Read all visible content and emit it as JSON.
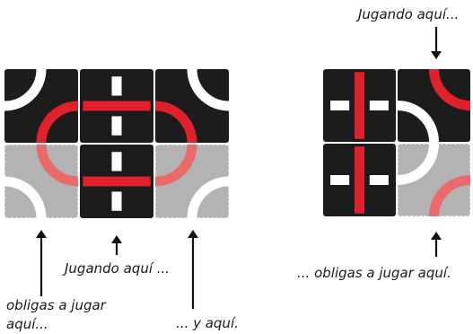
{
  "colors": {
    "tile_dark": "#1c1c1c",
    "tile_light": "#b3b3b3",
    "red": "#e0202a",
    "red_faded": "#ea6a6c",
    "white": "#ffffff",
    "arrow": "#111111"
  },
  "left_grid": {
    "tiles": [
      {
        "id": "L-r1c1",
        "state": "placed",
        "pattern": "curves-tl-br",
        "path_a": "white",
        "path_b": "red"
      },
      {
        "id": "L-r1c2",
        "state": "placed",
        "pattern": "cross-h-red",
        "path_a": "red",
        "path_b": "white"
      },
      {
        "id": "L-r1c3",
        "state": "placed",
        "pattern": "curves-tr-bl",
        "path_a": "white",
        "path_b": "red"
      },
      {
        "id": "L-r2c1",
        "state": "forced",
        "pattern": "curves-tr-bl",
        "path_a": "red",
        "path_b": "white"
      },
      {
        "id": "L-r2c2",
        "state": "placed",
        "pattern": "cross-h-red",
        "path_a": "red",
        "path_b": "white"
      },
      {
        "id": "L-r2c3",
        "state": "forced",
        "pattern": "curves-tl-br",
        "path_a": "red",
        "path_b": "white"
      }
    ]
  },
  "right_grid": {
    "tiles": [
      {
        "id": "R-r1c1",
        "state": "placed",
        "pattern": "cross-v-red",
        "path_a": "red",
        "path_b": "white"
      },
      {
        "id": "R-r1c2",
        "state": "placed",
        "pattern": "curves-tr-bl",
        "path_a": "red",
        "path_b": "white"
      },
      {
        "id": "R-r2c1",
        "state": "placed",
        "pattern": "cross-v-red",
        "path_a": "red",
        "path_b": "white"
      },
      {
        "id": "R-r2c2",
        "state": "forced",
        "pattern": "curves-tl-br",
        "path_a": "white",
        "path_b": "red"
      }
    ]
  },
  "captions": {
    "played_left": "Jugando aquí ...",
    "forced_left_1": "obligas a jugar\naquí...",
    "forced_left_2": "... y aquí.",
    "played_right": "Jugando aquí...",
    "forced_right": "... obligas a jugar aquí."
  }
}
